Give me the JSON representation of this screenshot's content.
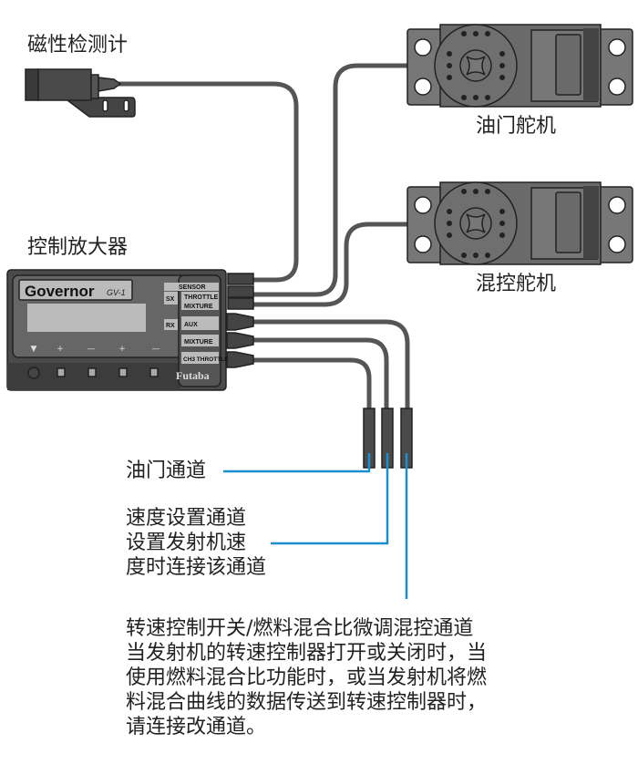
{
  "labels": {
    "sensor": "磁性检测计",
    "controller": "控制放大器",
    "throttle_servo": "油门舵机",
    "mixture_servo": "混控舵机"
  },
  "governor": {
    "name": "Governor",
    "model": "GV-1",
    "brand": "Futaba",
    "ports": {
      "sensor": "SENSOR",
      "sx": "SX",
      "throttle": "THROTTLE",
      "mixture": "MIXTURE",
      "rx": "RX",
      "aux": "AUX",
      "mixture2": "MIXTURE",
      "ch3": "CH3 THROTTLE"
    },
    "buttons": [
      "▼",
      "+",
      "—",
      "+",
      "—"
    ]
  },
  "callouts": {
    "throttle_channel": "油门通道",
    "speed_channel": [
      "速度设置通道",
      "设置发射机速",
      "度时连接该通道"
    ],
    "governor_switch": [
      "转速控制开关/燃料混合比微调混控通道",
      "当发射机的转速控制器打开或关闭时，当",
      "使用燃料混合比功能时，或当发射机将燃",
      "料混合曲线的数据传送到转速控制器时，",
      "请连接改通道。"
    ]
  },
  "colors": {
    "wire": "#555555",
    "callout_line": "#1a8fd0",
    "servo_body": "#777777",
    "controller_body": "#4a4a4a"
  }
}
